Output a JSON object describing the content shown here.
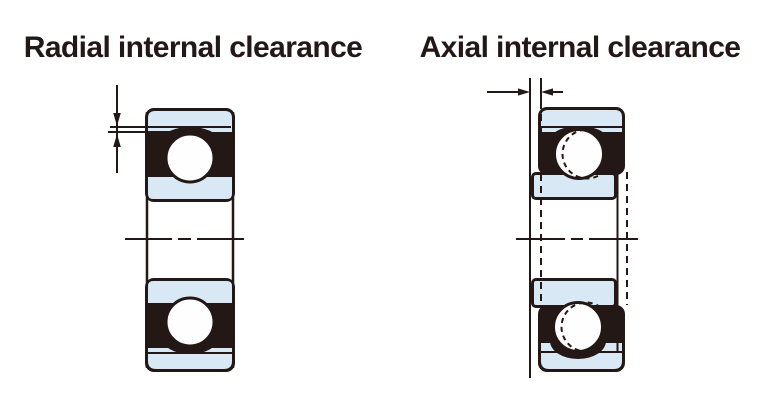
{
  "figure": {
    "background": "#ffffff",
    "colors": {
      "outline": "#231815",
      "ring_fill": "#d8e8f4",
      "ball_fill": "#fefefe",
      "text": "#231815"
    },
    "diagrams": [
      {
        "id": "radial",
        "title": "Radial internal clearance",
        "clearance_shown": "vertical gap between ball and outer-ring raceway, dimensioned with opposing up/down arrows"
      },
      {
        "id": "axial",
        "title": "Axial internal clearance",
        "clearance_shown": "horizontal shift of inner ring and ball, dimensioned with opposing left/right arrows and dashed displaced outlines"
      }
    ]
  }
}
